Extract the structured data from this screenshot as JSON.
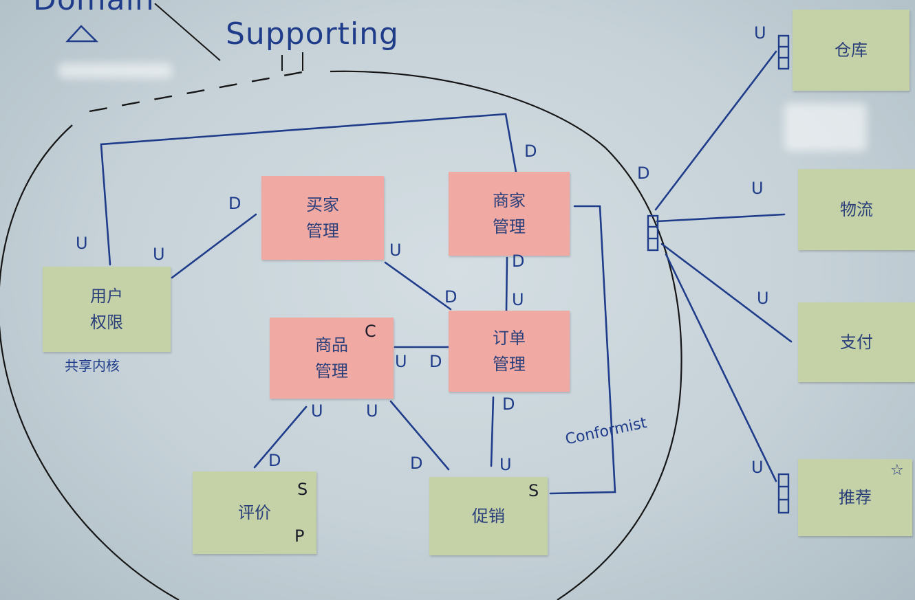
{
  "header": {
    "domain": "Domain",
    "supporting": "Supporting"
  },
  "contexts": [
    {
      "id": "buyer-mgmt",
      "text": "买家\n管理",
      "color": "pink"
    },
    {
      "id": "seller-mgmt",
      "text": "商家\n管理",
      "color": "pink"
    },
    {
      "id": "product-mgmt",
      "text": "商品\n管理",
      "color": "pink",
      "tag": "C"
    },
    {
      "id": "order-mgmt",
      "text": "订单\n管理",
      "color": "pink"
    },
    {
      "id": "user-permission",
      "text": "用户\n权限",
      "color": "green",
      "caption": "共享内核"
    },
    {
      "id": "review",
      "text": "评价",
      "color": "green",
      "tag": "S",
      "tag2": "P"
    },
    {
      "id": "promotion",
      "text": "促销",
      "color": "green",
      "tag": "S"
    },
    {
      "id": "warehouse",
      "text": "仓库",
      "color": "green"
    },
    {
      "id": "logistics",
      "text": "物流",
      "color": "green"
    },
    {
      "id": "payment",
      "text": "支付",
      "color": "green"
    },
    {
      "id": "recommendation",
      "text": "推荐",
      "color": "green",
      "mark": "☆"
    }
  ],
  "relation_labels": {
    "u1": "U",
    "u2": "U",
    "d1": "D",
    "d2": "D",
    "u3": "U",
    "d3": "D",
    "d4": "D",
    "u4": "U",
    "u5": "U",
    "d5": "D",
    "u6": "U",
    "d6": "D",
    "u7": "U",
    "d7": "D",
    "d8": "D",
    "u8": "U",
    "conformist": "Conformist",
    "d9": "D",
    "u9": "U",
    "u10": "U",
    "u11": "U",
    "u12": "U"
  },
  "colors": {
    "ink": "#1f3c8a",
    "pink": "#f0aaa3",
    "green": "#c5d2a7",
    "board": "#c4d0d6"
  }
}
